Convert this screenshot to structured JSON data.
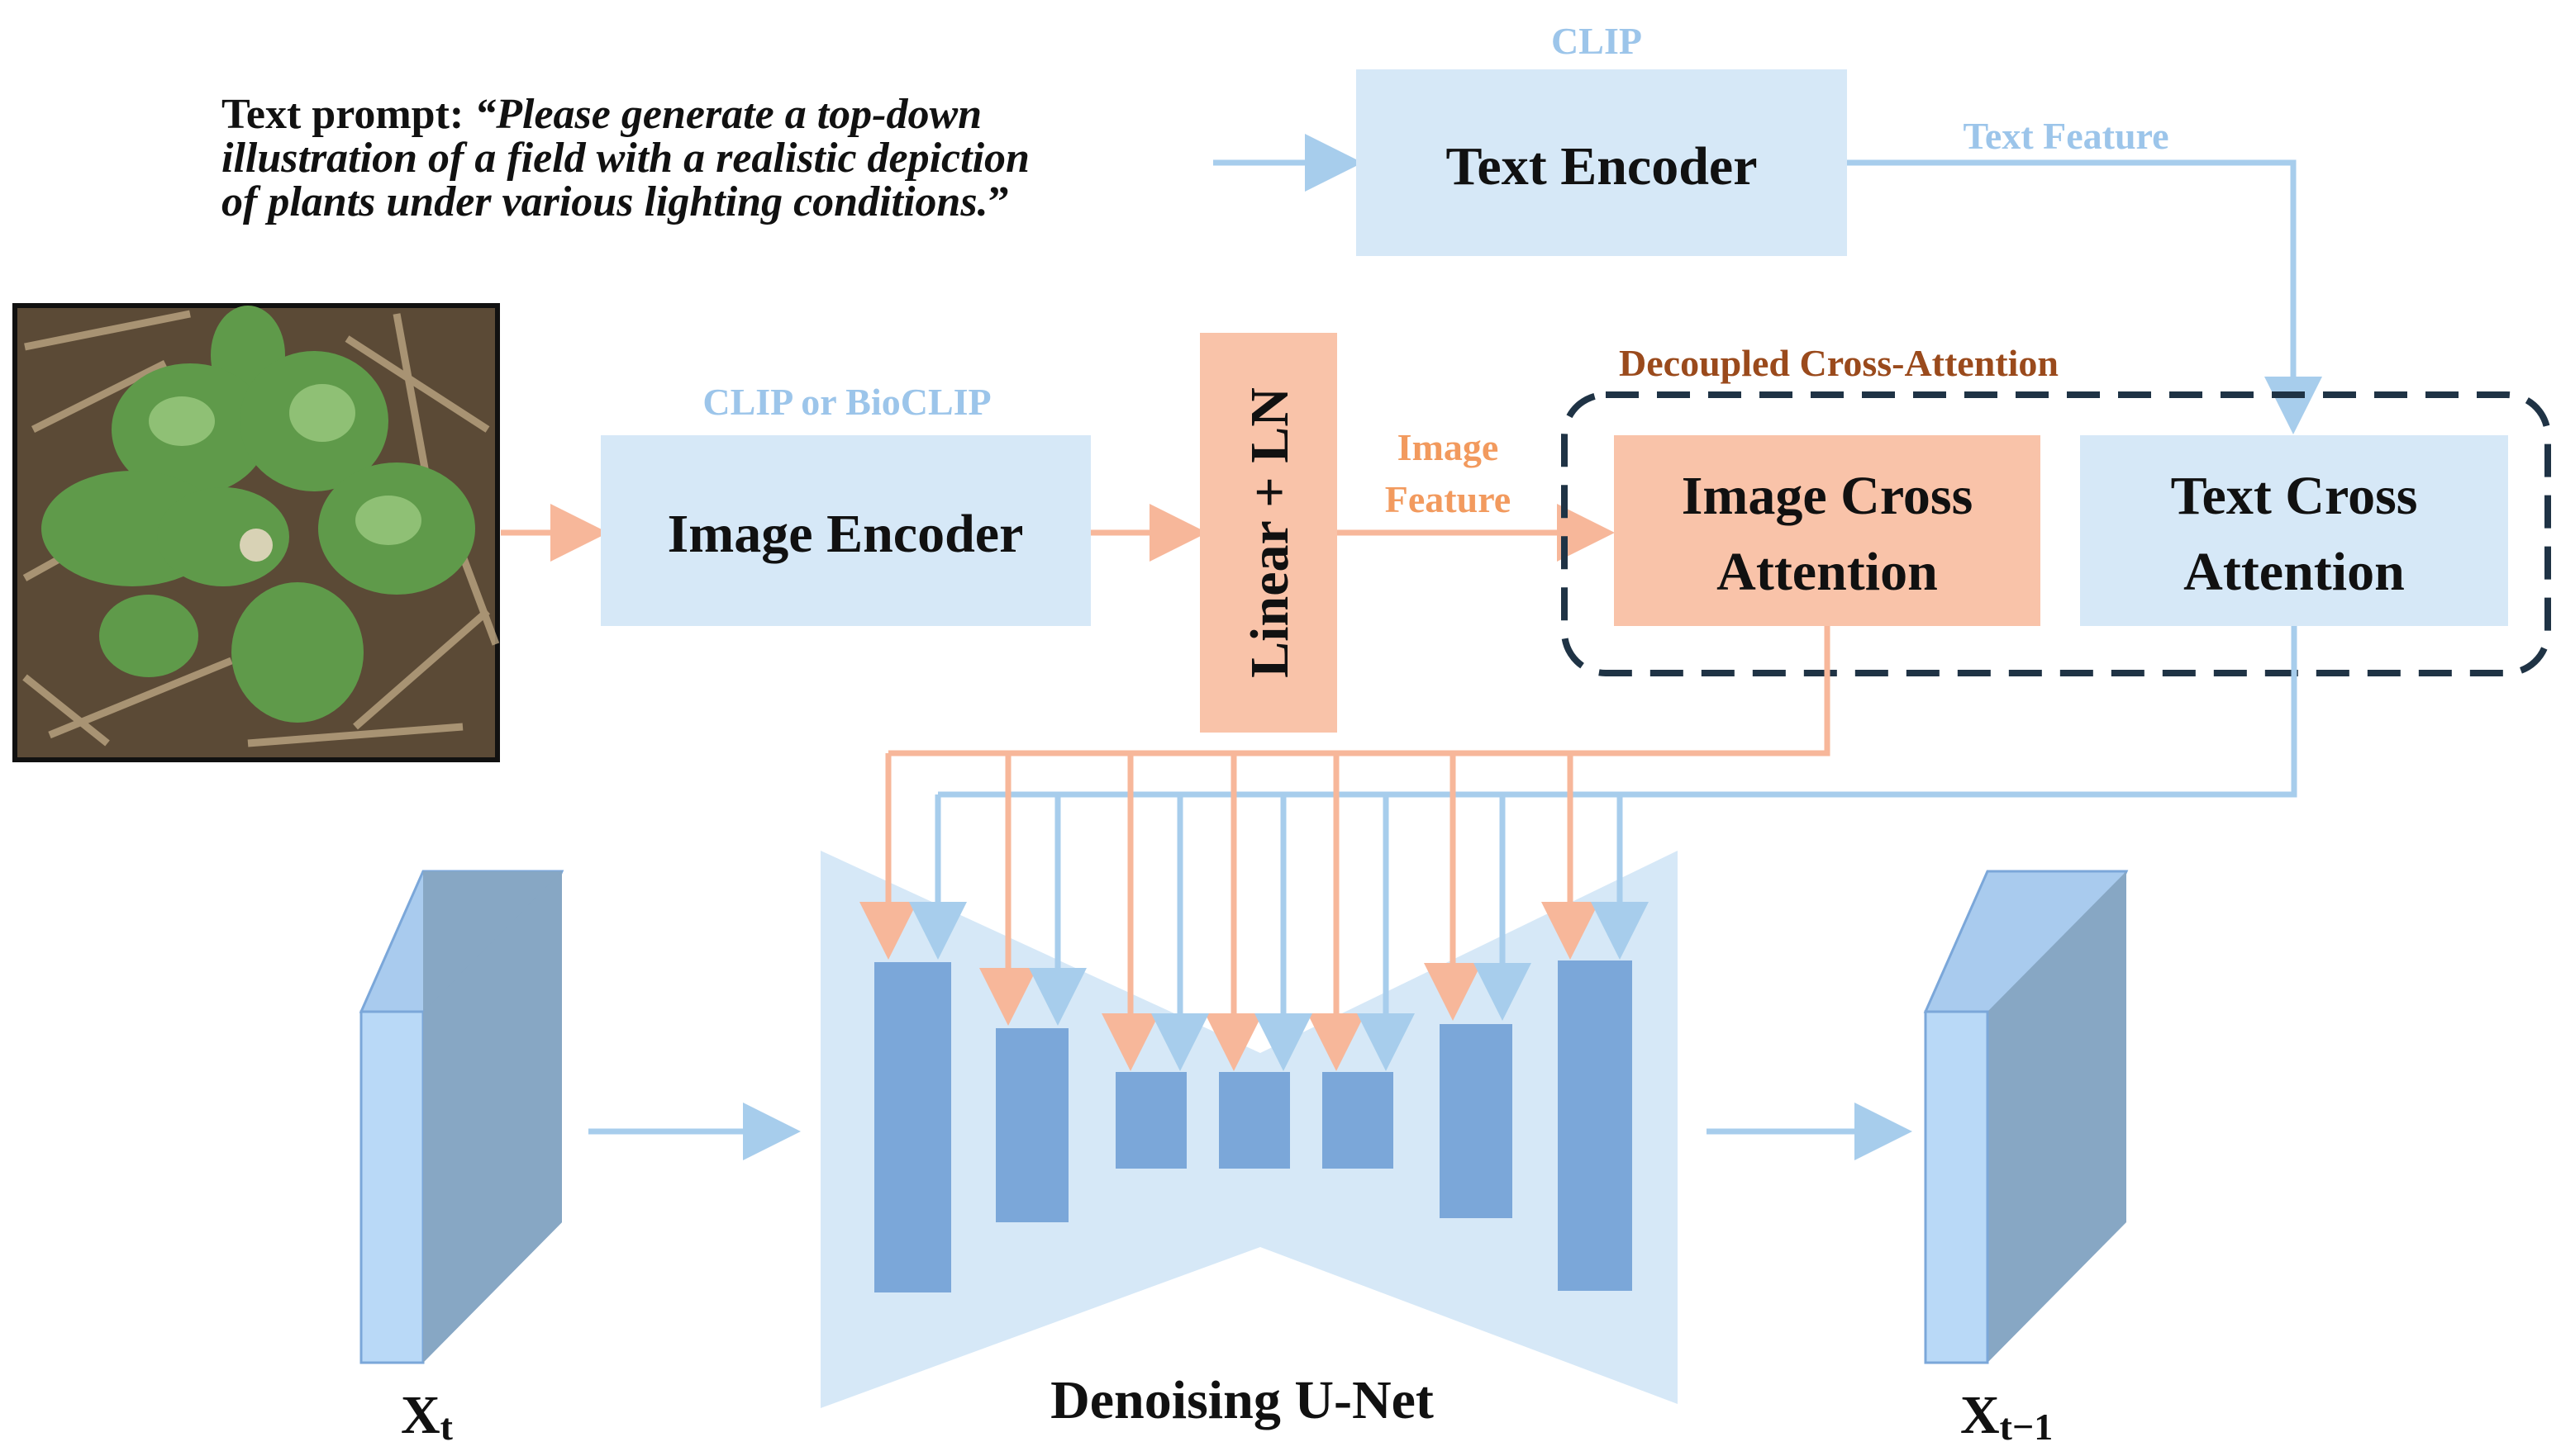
{
  "text_prompt": {
    "prefix": "Text prompt: ",
    "line1": "“Please generate a top-down",
    "line2": "illustration of a field with a realistic depiction",
    "line3": "of plants under various lighting conditions."
  },
  "text_encoder": {
    "header": "CLIP",
    "label": "Text Encoder",
    "feature_label": "Text Feature"
  },
  "image_encoder": {
    "header": "CLIP or BioCLIP",
    "label": "Image Encoder"
  },
  "linear_ln": {
    "label": "Linear + LN"
  },
  "image_feature": {
    "line1": "Image",
    "line2": "Feature"
  },
  "decoupled": {
    "title": "Decoupled Cross-Attention",
    "image_cross": {
      "line1": "Image Cross",
      "line2": "Attention"
    },
    "text_cross": {
      "line1": "Text Cross",
      "line2": "Attention"
    }
  },
  "unet": {
    "label": "Denoising U-Net"
  },
  "input_latent": {
    "label": "X",
    "subscript": "t"
  },
  "output_latent": {
    "label": "X",
    "subscript": "t−1"
  },
  "colors": {
    "light_blue_box": "#d6e8f7",
    "orange_box": "#f9c3a9",
    "blue_arrow": "#a7cdec",
    "orange_arrow": "#f7b79a",
    "unet_block": "#7ba7d9",
    "dashed_border": "#1f3345"
  }
}
